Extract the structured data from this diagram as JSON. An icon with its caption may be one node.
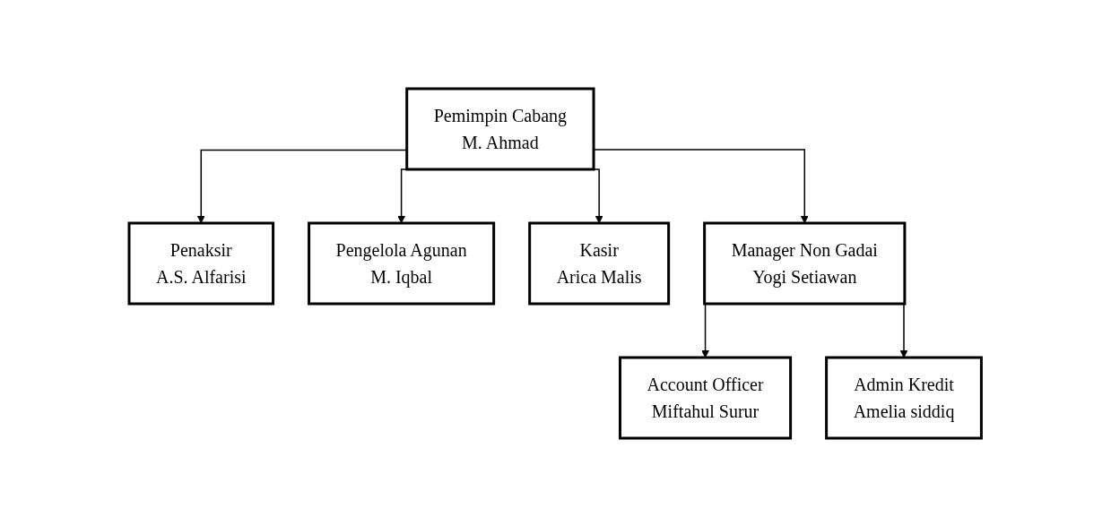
{
  "diagram": {
    "nodes": [
      {
        "text": [
          "Pemimpin Cabang",
          "M. Ahmad"
        ]
      },
      {
        "text": [
          "Penaksir",
          "A.S. Alfarisi"
        ]
      },
      {
        "text": [
          "Pengelola Agunan",
          "M. Iqbal"
        ]
      },
      {
        "text": [
          "Kasir",
          "Arica Malis"
        ]
      },
      {
        "text": [
          "Manager Non Gadai",
          "Yogi Setiawan"
        ]
      },
      {
        "text": [
          "Account Officer",
          "Miftahul Surur"
        ]
      },
      {
        "text": [
          "Admin Kredit",
          "Amelia siddiq"
        ]
      }
    ],
    "edges": [
      {
        "from": 0,
        "to": 1,
        "arrow": "to"
      },
      {
        "from": 0,
        "to": 2,
        "arrow": "to"
      },
      {
        "from": 0,
        "to": 3,
        "arrow": "to"
      },
      {
        "from": 0,
        "to": 4,
        "arrow": "to"
      },
      {
        "from": 4,
        "to": 5,
        "arrow": "to"
      },
      {
        "from": 4,
        "to": 6,
        "arrow": "to"
      }
    ]
  }
}
